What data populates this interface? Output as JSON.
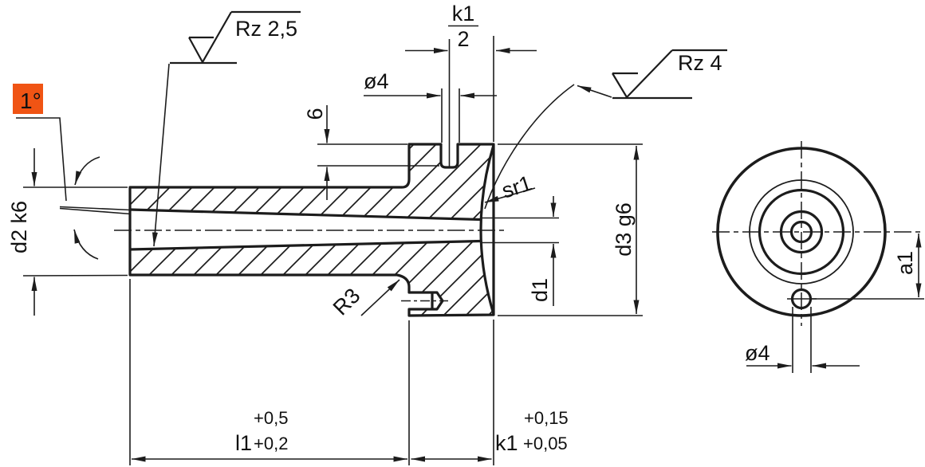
{
  "drawing": {
    "colors": {
      "background": "#ffffff",
      "line": "#1c1c1c",
      "highlight": "#f05414",
      "text": "#111111"
    },
    "section_view": {
      "taper_angle": "1°",
      "surface_finish_taper_bore": "Rz 2,5",
      "surface_finish_spherical_face": "Rz 4",
      "cross_hole_diameter": "ø4",
      "cross_hole_depth": "6",
      "half_flange_width_numerator": "k1",
      "half_flange_width_denominator": "2",
      "spherical_radius": "sr1",
      "flange_diameter": "d3 g6",
      "bore_exit_diameter": "d1",
      "shank_diameter": "d2 k6",
      "fillet_radius": "R3",
      "shank_length": {
        "label": "l1",
        "tol_upper": "+0,5",
        "tol_lower": "+0,2"
      },
      "flange_width": {
        "label": "k1",
        "tol_upper": "+0,15",
        "tol_lower": "+0,05"
      }
    },
    "end_view": {
      "hole_offset": "a1",
      "hole_diameter": "ø4"
    }
  }
}
